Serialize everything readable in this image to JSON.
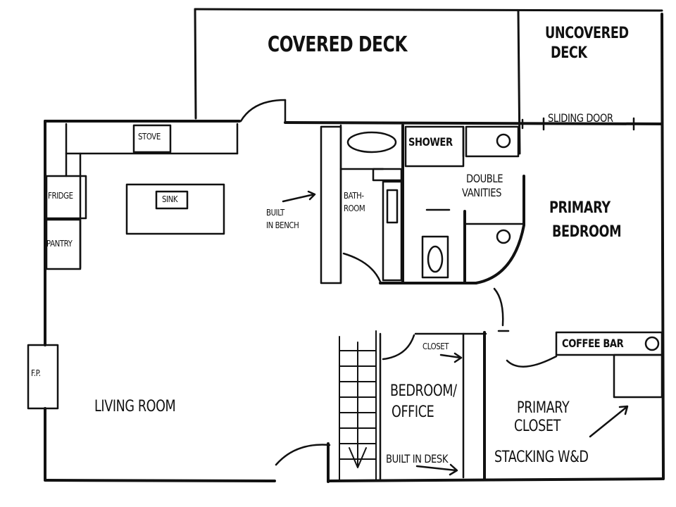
{
  "labels": {
    "covered_deck": "Covered Deck",
    "uncovered_deck_1": "Uncovered",
    "uncovered_deck_2": "Deck",
    "sliding_door": "Sliding Door",
    "stove": "Stove",
    "fridge": "Fridge",
    "sink": "Sink",
    "pantry": "Pantry",
    "built_in_bench_1": "Built",
    "built_in_bench_2": "In Bench",
    "bathroom_1": "Bath-",
    "bathroom_2": "room",
    "shower": "Shower",
    "double_vanities_1": "Double",
    "double_vanities_2": "Vanities",
    "primary_bedroom_1": "Primary",
    "primary_bedroom_2": "Bedroom",
    "closet": "Closet",
    "coffee_bar": "Coffee Bar",
    "fireplace": "F.P.",
    "living_room": "Living Room",
    "bedroom_office_1": "Bedroom/",
    "bedroom_office_2": "Office",
    "primary_closet_1": "Primary",
    "primary_closet_2": "Closet",
    "built_in_desk": "Built in Desk",
    "stacking_wd": "Stacking W&D"
  },
  "colors": {
    "ink": "#111111",
    "paper": "#ffffff"
  }
}
